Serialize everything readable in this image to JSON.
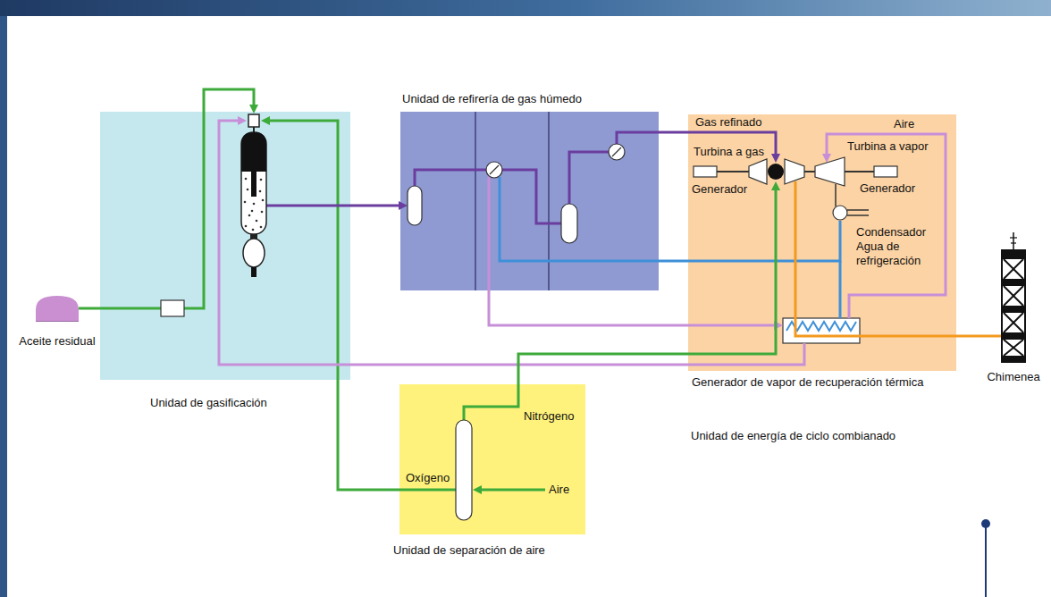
{
  "diagram": {
    "nodes": [
      {
        "text": [
          "Aceite residual"
        ]
      },
      {
        "text": [
          "Unidad de gasificación"
        ]
      },
      {
        "text": [
          "Unidad de refirería de gas húmedo"
        ]
      },
      {
        "text": [
          "Unidad de energía de ciclo combianado"
        ]
      },
      {
        "text": [
          "Chimenea"
        ]
      },
      {
        "text": [
          "Unidad de separación de aire"
        ]
      }
    ],
    "edges": [
      {
        "from": 0,
        "to": 1,
        "arrow": "to"
      },
      {
        "from": 5,
        "to": 1,
        "label": "Oxígeno",
        "arrow": "to"
      },
      {
        "from": 3,
        "to": 1,
        "arrow": "to"
      },
      {
        "from": 1,
        "to": 2,
        "arrow": "to"
      },
      {
        "from": 2,
        "to": 3,
        "label": "Gas refinado",
        "arrow": "to"
      },
      {
        "from": 2,
        "to": 3,
        "arrow": "to"
      },
      {
        "from": 2,
        "to": 3,
        "arrow": "none"
      },
      {
        "from": 5,
        "to": 3,
        "label": "Nitrógeno",
        "arrow": "to"
      },
      {
        "from": 3,
        "to": 4,
        "arrow": "none"
      }
    ],
    "labels": [
      "Aire",
      "Turbina a gas",
      "Turbina a vapor",
      "Generador",
      "Generador",
      "Condensador",
      "Agua de refrigeración",
      "Generador de vapor de recuperación térmica",
      "Aire"
    ]
  }
}
